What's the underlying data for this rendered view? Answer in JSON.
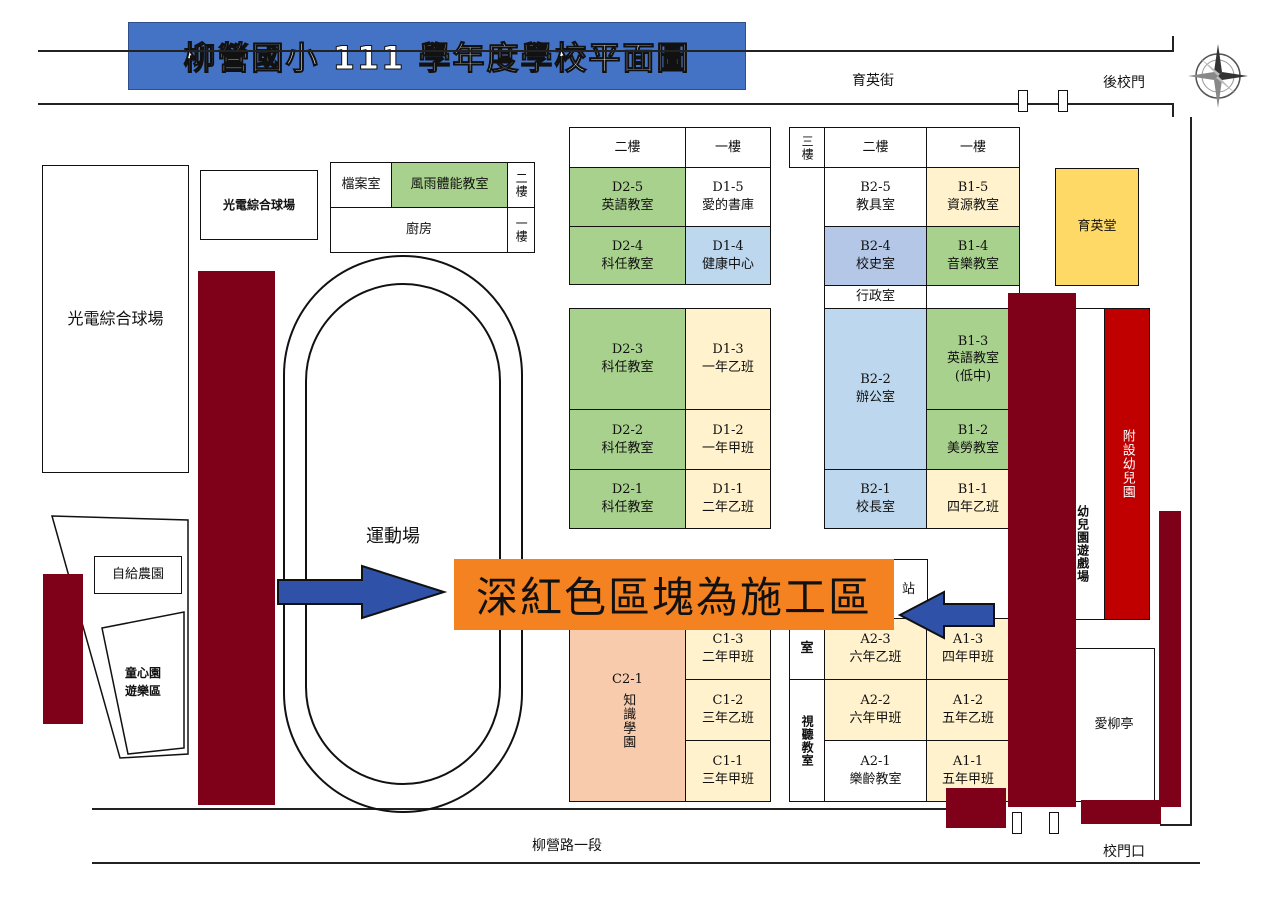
{
  "title": "柳營國小 111 學年度學校平面圖",
  "roads": {
    "top": "育英街",
    "bottom": "柳營路一段",
    "back_gate": "後校門",
    "main_gate": "校門口"
  },
  "notice": "深紅色區塊為施工區",
  "left_area": {
    "stadium": "光電綜合球場",
    "stadium_small": "光電綜合球場",
    "farm": "自給農園",
    "playground_line1": "童心園",
    "playground_line2": "遊樂區",
    "track": "運動場"
  },
  "small_building": {
    "archive": "檔案室",
    "fitness": "風雨體能教室",
    "kitchen": "廚房",
    "floor2": "二樓",
    "floor1": "一樓"
  },
  "d_wing": {
    "floor2": "二樓",
    "floor1": "一樓",
    "d25": {
      "code": "D2-5",
      "name": "英語教室"
    },
    "d15": {
      "code": "D1-5",
      "name": "愛的書庫"
    },
    "d24": {
      "code": "D2-4",
      "name": "科任教室"
    },
    "d14": {
      "code": "D1-4",
      "name": "健康中心"
    },
    "d23": {
      "code": "D2-3",
      "name": "科任教室"
    },
    "d13": {
      "code": "D1-3",
      "name": "一年乙班"
    },
    "d22": {
      "code": "D2-2",
      "name": "科任教室"
    },
    "d12": {
      "code": "D1-2",
      "name": "一年甲班"
    },
    "d21": {
      "code": "D2-1",
      "name": "科任教室"
    },
    "d11": {
      "code": "D1-1",
      "name": "二年乙班"
    }
  },
  "b_wing": {
    "floor3": "三樓",
    "floor2": "二樓",
    "floor1": "一樓",
    "b25": {
      "code": "B2-5",
      "name": "教具室"
    },
    "b15": {
      "code": "B1-5",
      "name": "資源教室"
    },
    "b24": {
      "code": "B2-4",
      "name": "校史室"
    },
    "b14": {
      "code": "B1-4",
      "name": "音樂教室"
    },
    "admin": "行政室",
    "b22": {
      "code": "B2-2",
      "name": "辦公室"
    },
    "b13": {
      "code": "B1-3",
      "name": "英語教室",
      "extra": "(低中)"
    },
    "b12": {
      "code": "B1-2",
      "name": "美勞教室"
    },
    "b21": {
      "code": "B2-1",
      "name": "校長室"
    },
    "b11": {
      "code": "B1-1",
      "name": "四年乙班"
    }
  },
  "c_wing": {
    "c21": {
      "code": "C2-1",
      "name": "知識學園"
    },
    "c13": {
      "code": "C1-3",
      "name": "二年甲班"
    },
    "c12": {
      "code": "C1-2",
      "name": "三年乙班"
    },
    "c11": {
      "code": "C1-1",
      "name": "三年甲班"
    }
  },
  "a_wing": {
    "station_fragment": "站",
    "room_fragment": "室",
    "av_room": "視聽教室",
    "a23": {
      "code": "A2-3",
      "name": "六年乙班"
    },
    "a13": {
      "code": "A1-3",
      "name": "四年甲班"
    },
    "a22": {
      "code": "A2-2",
      "name": "六年甲班"
    },
    "a12": {
      "code": "A1-2",
      "name": "五年乙班"
    },
    "a21": {
      "code": "A2-1",
      "name": "樂齡教室"
    },
    "a11": {
      "code": "A1-1",
      "name": "五年甲班"
    }
  },
  "right_area": {
    "yuying_hall": "育英堂",
    "kindergarten": "附設幼兒園",
    "kg_playground": "幼兒園遊戲場",
    "pavilion": "愛柳亭"
  },
  "colors": {
    "construction": "#7f0019",
    "kindergarten": "#c00000",
    "notice_bg": "#f58220",
    "title_bg": "#4472c4",
    "arrow": "#2f52a8"
  }
}
